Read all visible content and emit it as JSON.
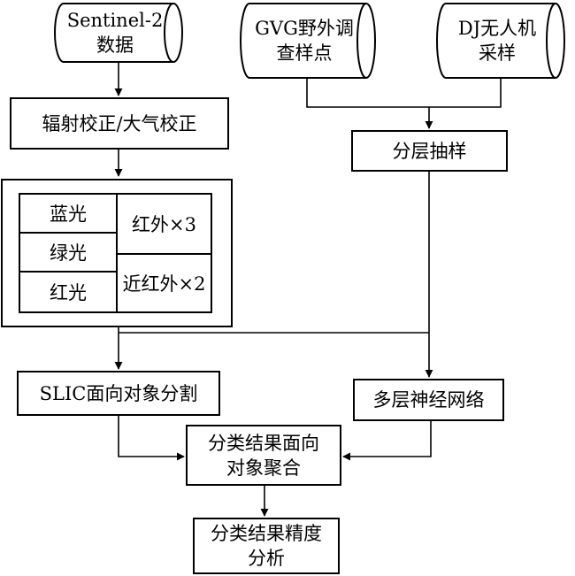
{
  "nodes": {
    "sentinel": "Sentinel-2\n数据",
    "gvg": "GVG野外调\n查样点",
    "dj": "DJ无人机\n采样",
    "correction": "辐射校正/大气校正",
    "stratified": "分层抽样",
    "bands": {
      "blue": "蓝光",
      "green": "绿光",
      "red": "红光",
      "ir": "红外×3",
      "nir": "近红外×2"
    },
    "slic": "SLIC面向对象分割",
    "mlp": "多层神经网络",
    "aggregate": "分类结果面向\n对象聚合",
    "accuracy": "分类结果精度\n分析"
  }
}
